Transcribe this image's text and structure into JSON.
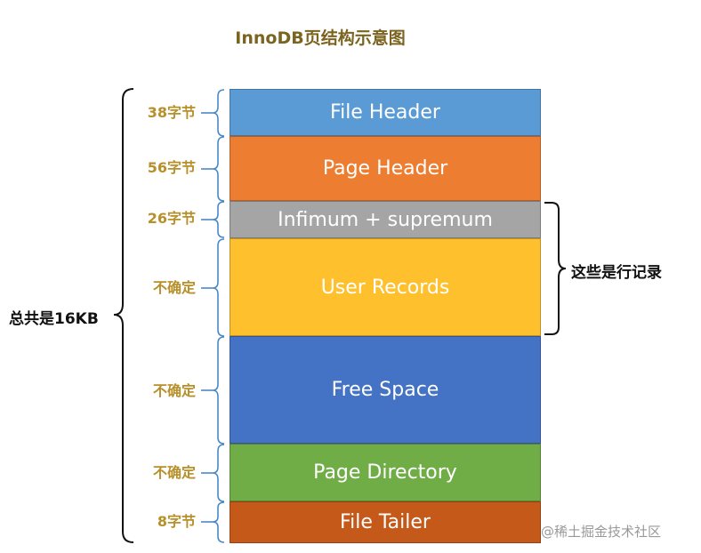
{
  "title": "InnoDB页结构示意图",
  "sections": [
    {
      "label": "File Header",
      "size": "38字节",
      "color": "#5b9bd5"
    },
    {
      "label": "Page Header",
      "size": "56字节",
      "color": "#ed7d31"
    },
    {
      "label": "Infimum + supremum",
      "size": "26字节",
      "color": "#a5a5a5"
    },
    {
      "label": "User Records",
      "size": "不确定",
      "color": "#ffc02e"
    },
    {
      "label": "Free Space",
      "size": "不确定",
      "color": "#4472c4"
    },
    {
      "label": "Page Directory",
      "size": "不确定",
      "color": "#70ad47"
    },
    {
      "label": "File Tailer",
      "size": "8字节",
      "color": "#c5591a"
    }
  ],
  "total_label": "总共是16KB",
  "records_label": "这些是行记录",
  "watermark": "@稀土掘金技术社区",
  "colors": {
    "title": "#7a6420",
    "size_label": "#b8902a",
    "bracket": "#4a89c8"
  }
}
